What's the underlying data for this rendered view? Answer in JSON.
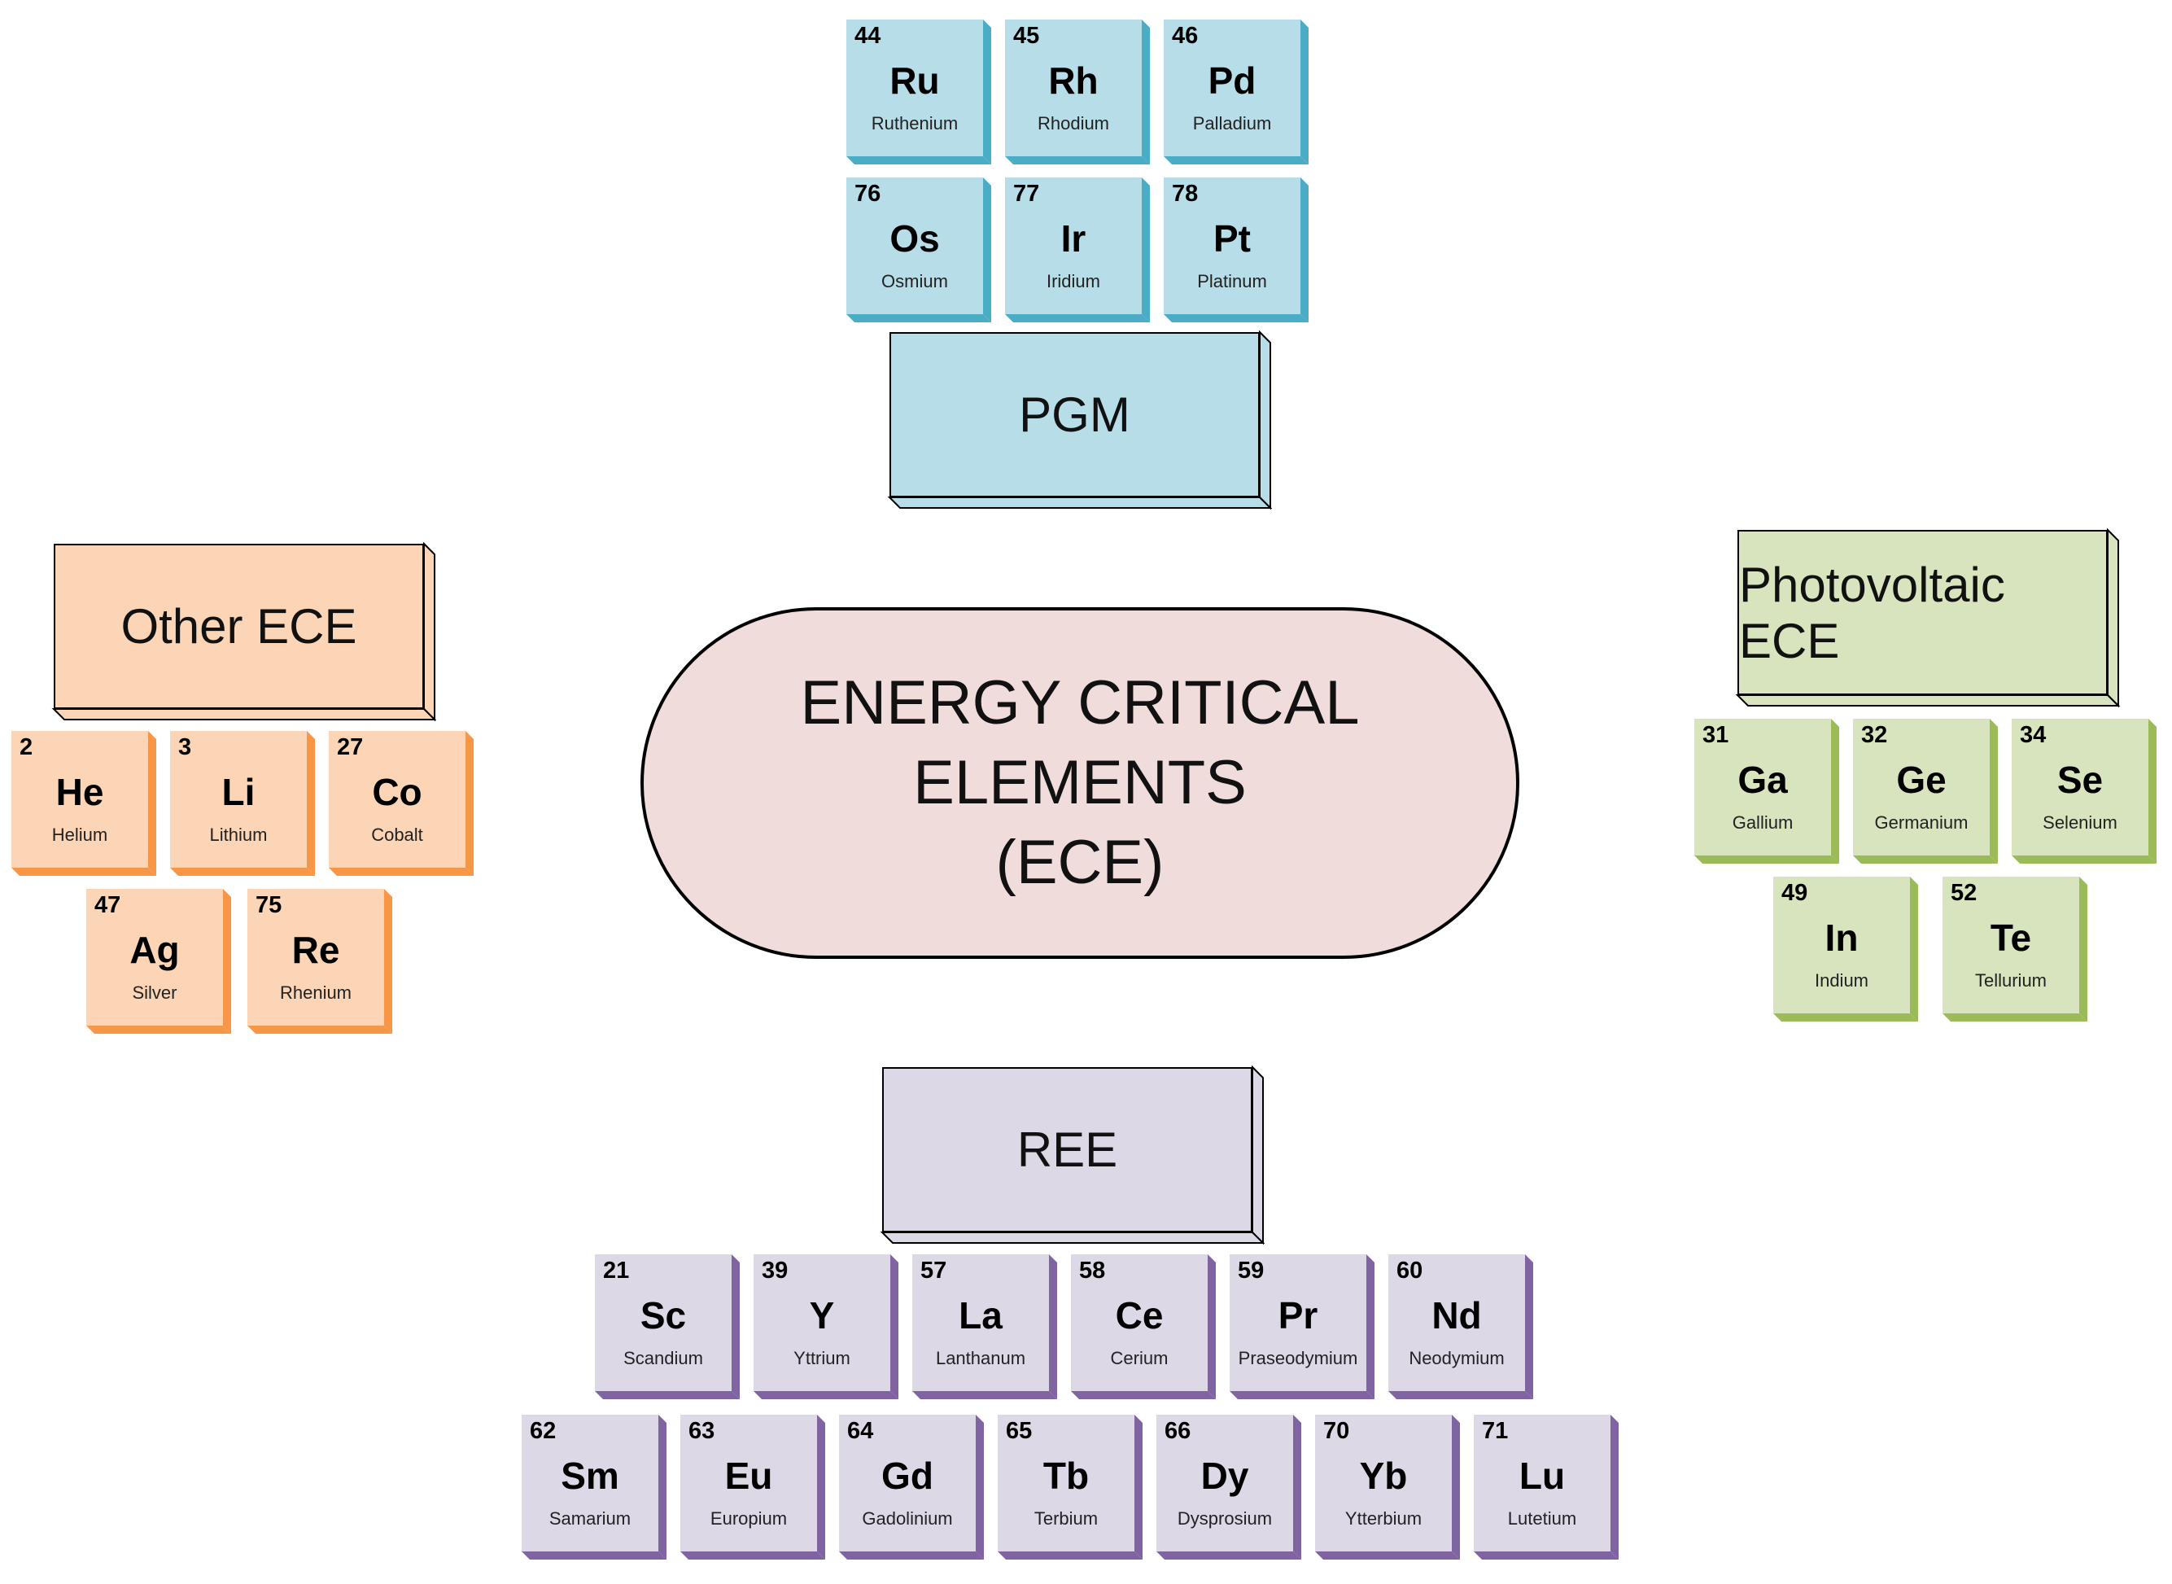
{
  "center": {
    "line1": "ENERGY CRITICAL ELEMENTS",
    "line2": "(ECE)",
    "fill": "#f0dcdb"
  },
  "groups": {
    "pgm": {
      "label": "PGM",
      "face_color": "#b7dde8",
      "side_color": "#4bacc6",
      "elements": [
        {
          "number": "44",
          "symbol": "Ru",
          "name": "Ruthenium"
        },
        {
          "number": "45",
          "symbol": "Rh",
          "name": "Rhodium"
        },
        {
          "number": "46",
          "symbol": "Pd",
          "name": "Palladium"
        },
        {
          "number": "76",
          "symbol": "Os",
          "name": "Osmium"
        },
        {
          "number": "77",
          "symbol": "Ir",
          "name": "Iridium"
        },
        {
          "number": "78",
          "symbol": "Pt",
          "name": "Platinum"
        }
      ]
    },
    "other": {
      "label": "Other ECE",
      "face_color": "#fbd5b5",
      "side_color": "#f79646",
      "elements": [
        {
          "number": "2",
          "symbol": "He",
          "name": "Helium"
        },
        {
          "number": "3",
          "symbol": "Li",
          "name": "Lithium"
        },
        {
          "number": "27",
          "symbol": "Co",
          "name": "Cobalt"
        },
        {
          "number": "47",
          "symbol": "Ag",
          "name": "Silver"
        },
        {
          "number": "75",
          "symbol": "Re",
          "name": "Rhenium"
        }
      ]
    },
    "pv": {
      "label": "Photovoltaic ECE",
      "face_color": "#d7e4bd",
      "side_color": "#9bbb59",
      "elements": [
        {
          "number": "31",
          "symbol": "Ga",
          "name": "Gallium"
        },
        {
          "number": "32",
          "symbol": "Ge",
          "name": "Germanium"
        },
        {
          "number": "34",
          "symbol": "Se",
          "name": "Selenium"
        },
        {
          "number": "49",
          "symbol": "In",
          "name": "Indium"
        },
        {
          "number": "52",
          "symbol": "Te",
          "name": "Tellurium"
        }
      ]
    },
    "ree": {
      "label": "REE",
      "face_color": "#dcd8e6",
      "side_color": "#8064a2",
      "elements": [
        {
          "number": "21",
          "symbol": "Sc",
          "name": "Scandium"
        },
        {
          "number": "39",
          "symbol": "Y",
          "name": "Yttrium"
        },
        {
          "number": "57",
          "symbol": "La",
          "name": "Lanthanum"
        },
        {
          "number": "58",
          "symbol": "Ce",
          "name": "Cerium"
        },
        {
          "number": "59",
          "symbol": "Pr",
          "name": "Praseodymium"
        },
        {
          "number": "60",
          "symbol": "Nd",
          "name": "Neodymium"
        },
        {
          "number": "62",
          "symbol": "Sm",
          "name": "Samarium"
        },
        {
          "number": "63",
          "symbol": "Eu",
          "name": "Europium"
        },
        {
          "number": "64",
          "symbol": "Gd",
          "name": "Gadolinium"
        },
        {
          "number": "65",
          "symbol": "Tb",
          "name": "Terbium"
        },
        {
          "number": "66",
          "symbol": "Dy",
          "name": "Dysprosium"
        },
        {
          "number": "70",
          "symbol": "Yb",
          "name": "Ytterbium"
        },
        {
          "number": "71",
          "symbol": "Lu",
          "name": "Lutetium"
        }
      ]
    }
  }
}
